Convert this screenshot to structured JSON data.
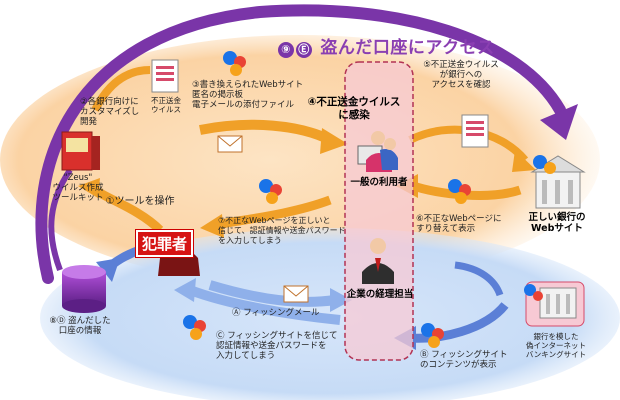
{
  "title": {
    "step_number": "⑨",
    "step_letter": "Ⓔ",
    "text": "盗んだ口座にアクセス"
  },
  "labels": {
    "zeus_tool": "\"Zeus\"\nウイルス作成\nツールキット",
    "customize": "②各銀行向けに\nカスタマイズし\n開発",
    "virus_label": "不正送金\nウイルス",
    "distribute": "③書き換えられたWebサイト\n匿名の掲示板\n電子メールの添付ファイル",
    "infect": "④不正送金ウイルス\nに感染",
    "operate": "①ツールを操作",
    "criminal": "犯罪者",
    "input_info": "⑦不正なWebページを正しいと\n信じて、認証情報や送金パスワード\nを入力してしまう",
    "general_user": "一般の利用者",
    "confirm_access": "⑤不正送金ウイルス\nが銀行への\nアクセスを確認",
    "real_bank": "正しい銀行の\nWebサイト",
    "replace_page": "⑥不正なWebページに\nすり替えて表示",
    "stolen_info": "⑧Ⓓ 盗んだした\n口座の情報",
    "phishing_mail": "Ⓐ フィッシングメール",
    "corporate_acct": "企業の経理担当",
    "phishing_input": "Ⓒ フィッシングサイトを信じて\n認証情報や送金パスワードを\n入力してしまう",
    "phishing_content": "Ⓑ フィッシングサイト\nのコンテンツが表示",
    "fake_bank": "銀行を模した\n偽インターネット\nバンキングサイト"
  },
  "colors": {
    "title_purple": "#8a3fb2",
    "arrow_orange": "#f0a028",
    "arrow_blue": "#5b7fd6",
    "criminal_red": "#d61414",
    "zone_orange": "#fcd9b0",
    "zone_blue": "#c9dcf6"
  },
  "icons": [
    "ie-icon",
    "chrome-icon",
    "firefox-icon",
    "mail-icon",
    "virus-document-icon",
    "database-icon",
    "bank-building-icon",
    "person-icon"
  ]
}
